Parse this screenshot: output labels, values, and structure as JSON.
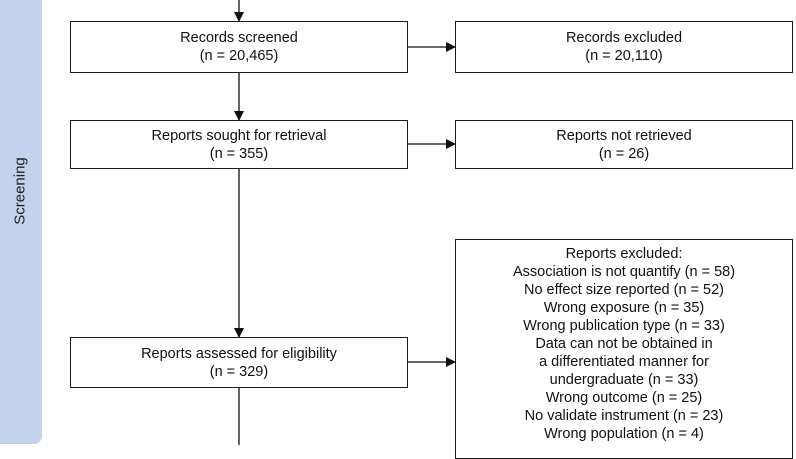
{
  "stage": {
    "label": "Screening"
  },
  "boxes": {
    "screened": {
      "lines": [
        "Records screened",
        "(n = 20,465)"
      ]
    },
    "excluded": {
      "lines": [
        "Records excluded",
        "(n = 20,110)"
      ]
    },
    "sought": {
      "lines": [
        "Reports sought for retrieval",
        "(n = 355)"
      ]
    },
    "not_retrieved": {
      "lines": [
        "Reports not retrieved",
        "(n = 26)"
      ]
    },
    "assessed": {
      "lines": [
        "Reports assessed for eligibility",
        "(n = 329)"
      ]
    },
    "reports_excluded": {
      "lines": [
        "Reports excluded:",
        "Association is not quantify (n =  58)",
        "No effect size reported (n = 52)",
        "Wrong exposure (n = 35)",
        "Wrong publication type (n = 33)",
        "Data can not be obtained in",
        "a differentiated manner for",
        "undergraduate (n = 33)",
        "Wrong outcome (n = 25)",
        "No validate instrument (n = 23)",
        "Wrong population (n = 4)"
      ]
    }
  }
}
